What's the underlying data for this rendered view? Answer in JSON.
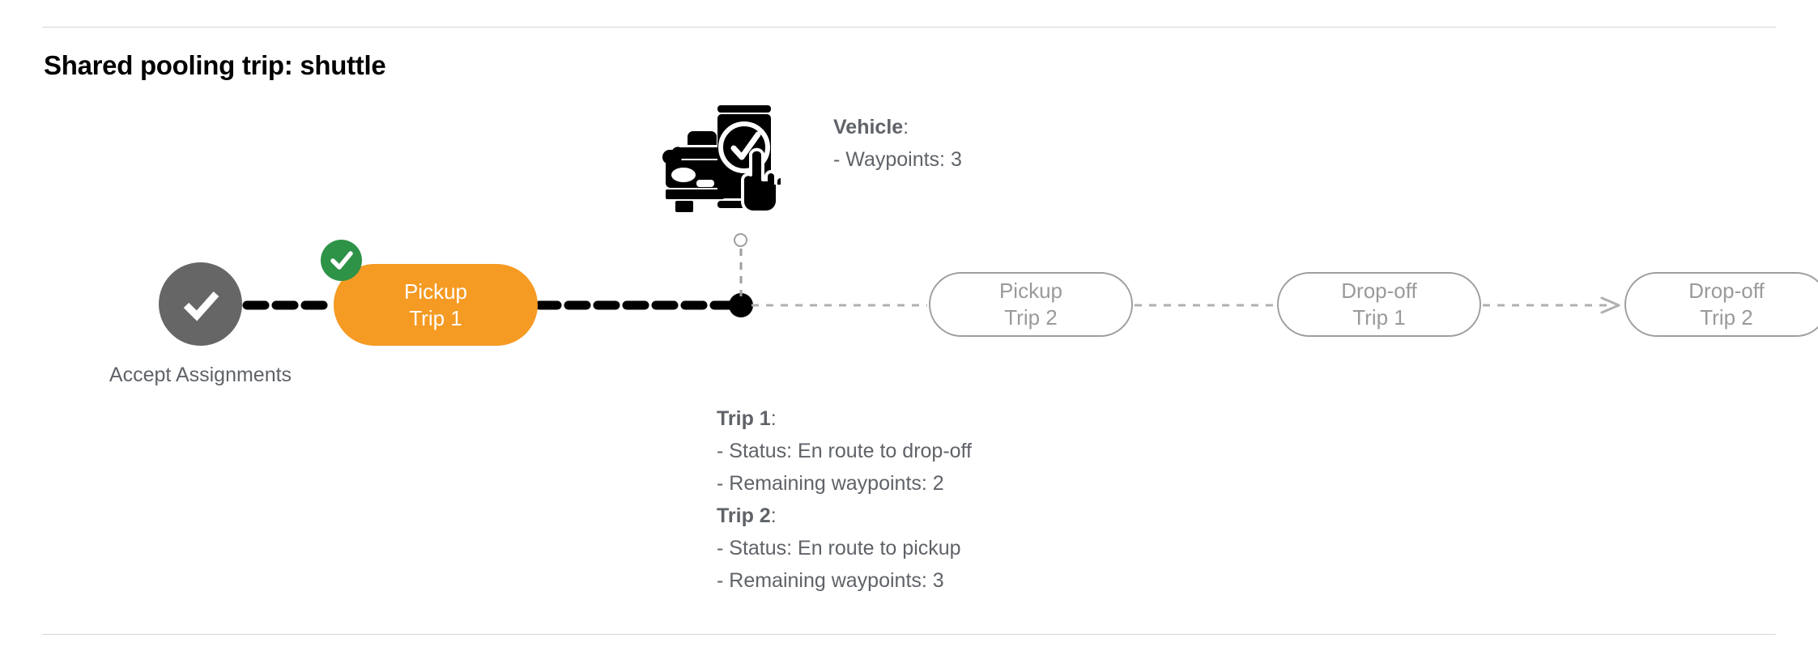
{
  "page": {
    "title": "Shared pooling trip: shuttle",
    "accent_orange": "#F59A23",
    "accent_green": "#2E9247",
    "node_gray": "#666666",
    "ghost_gray": "#9e9e9e",
    "text_gray": "#5f6368"
  },
  "start_node": {
    "icon": "check-circle-icon",
    "label_line1": "Accept",
    "label_line2": "Assignments",
    "state": "completed"
  },
  "steps": [
    {
      "id": "pickup-trip-1",
      "line1": "Pickup",
      "line2": "Trip 1",
      "state": "completed",
      "badge": "check-badge-icon"
    },
    {
      "id": "pickup-trip-2",
      "line1": "Pickup",
      "line2": "Trip 2",
      "state": "pending"
    },
    {
      "id": "drop-off-trip-1",
      "line1": "Drop-off",
      "line2": "Trip 1",
      "state": "pending"
    },
    {
      "id": "drop-off-trip-2",
      "line1": "Drop-off",
      "line2": "Trip 2",
      "state": "pending"
    }
  ],
  "vehicle": {
    "icon": "car-phone-check-icon",
    "marker": "vehicle-position-marker",
    "heading": "Vehicle",
    "heading_suffix": ":",
    "detail": "- Waypoints: 3"
  },
  "trip_info": {
    "trip1_heading": "Trip 1",
    "trip1_heading_suffix": ":",
    "trip1_status": "- Status:  En route to drop-off",
    "trip1_waypoints": "- Remaining waypoints: 2",
    "trip2_heading": "Trip 2",
    "trip2_heading_suffix": ":",
    "trip2_status": "- Status:  En route to pickup",
    "trip2_waypoints": "- Remaining waypoints: 3"
  }
}
